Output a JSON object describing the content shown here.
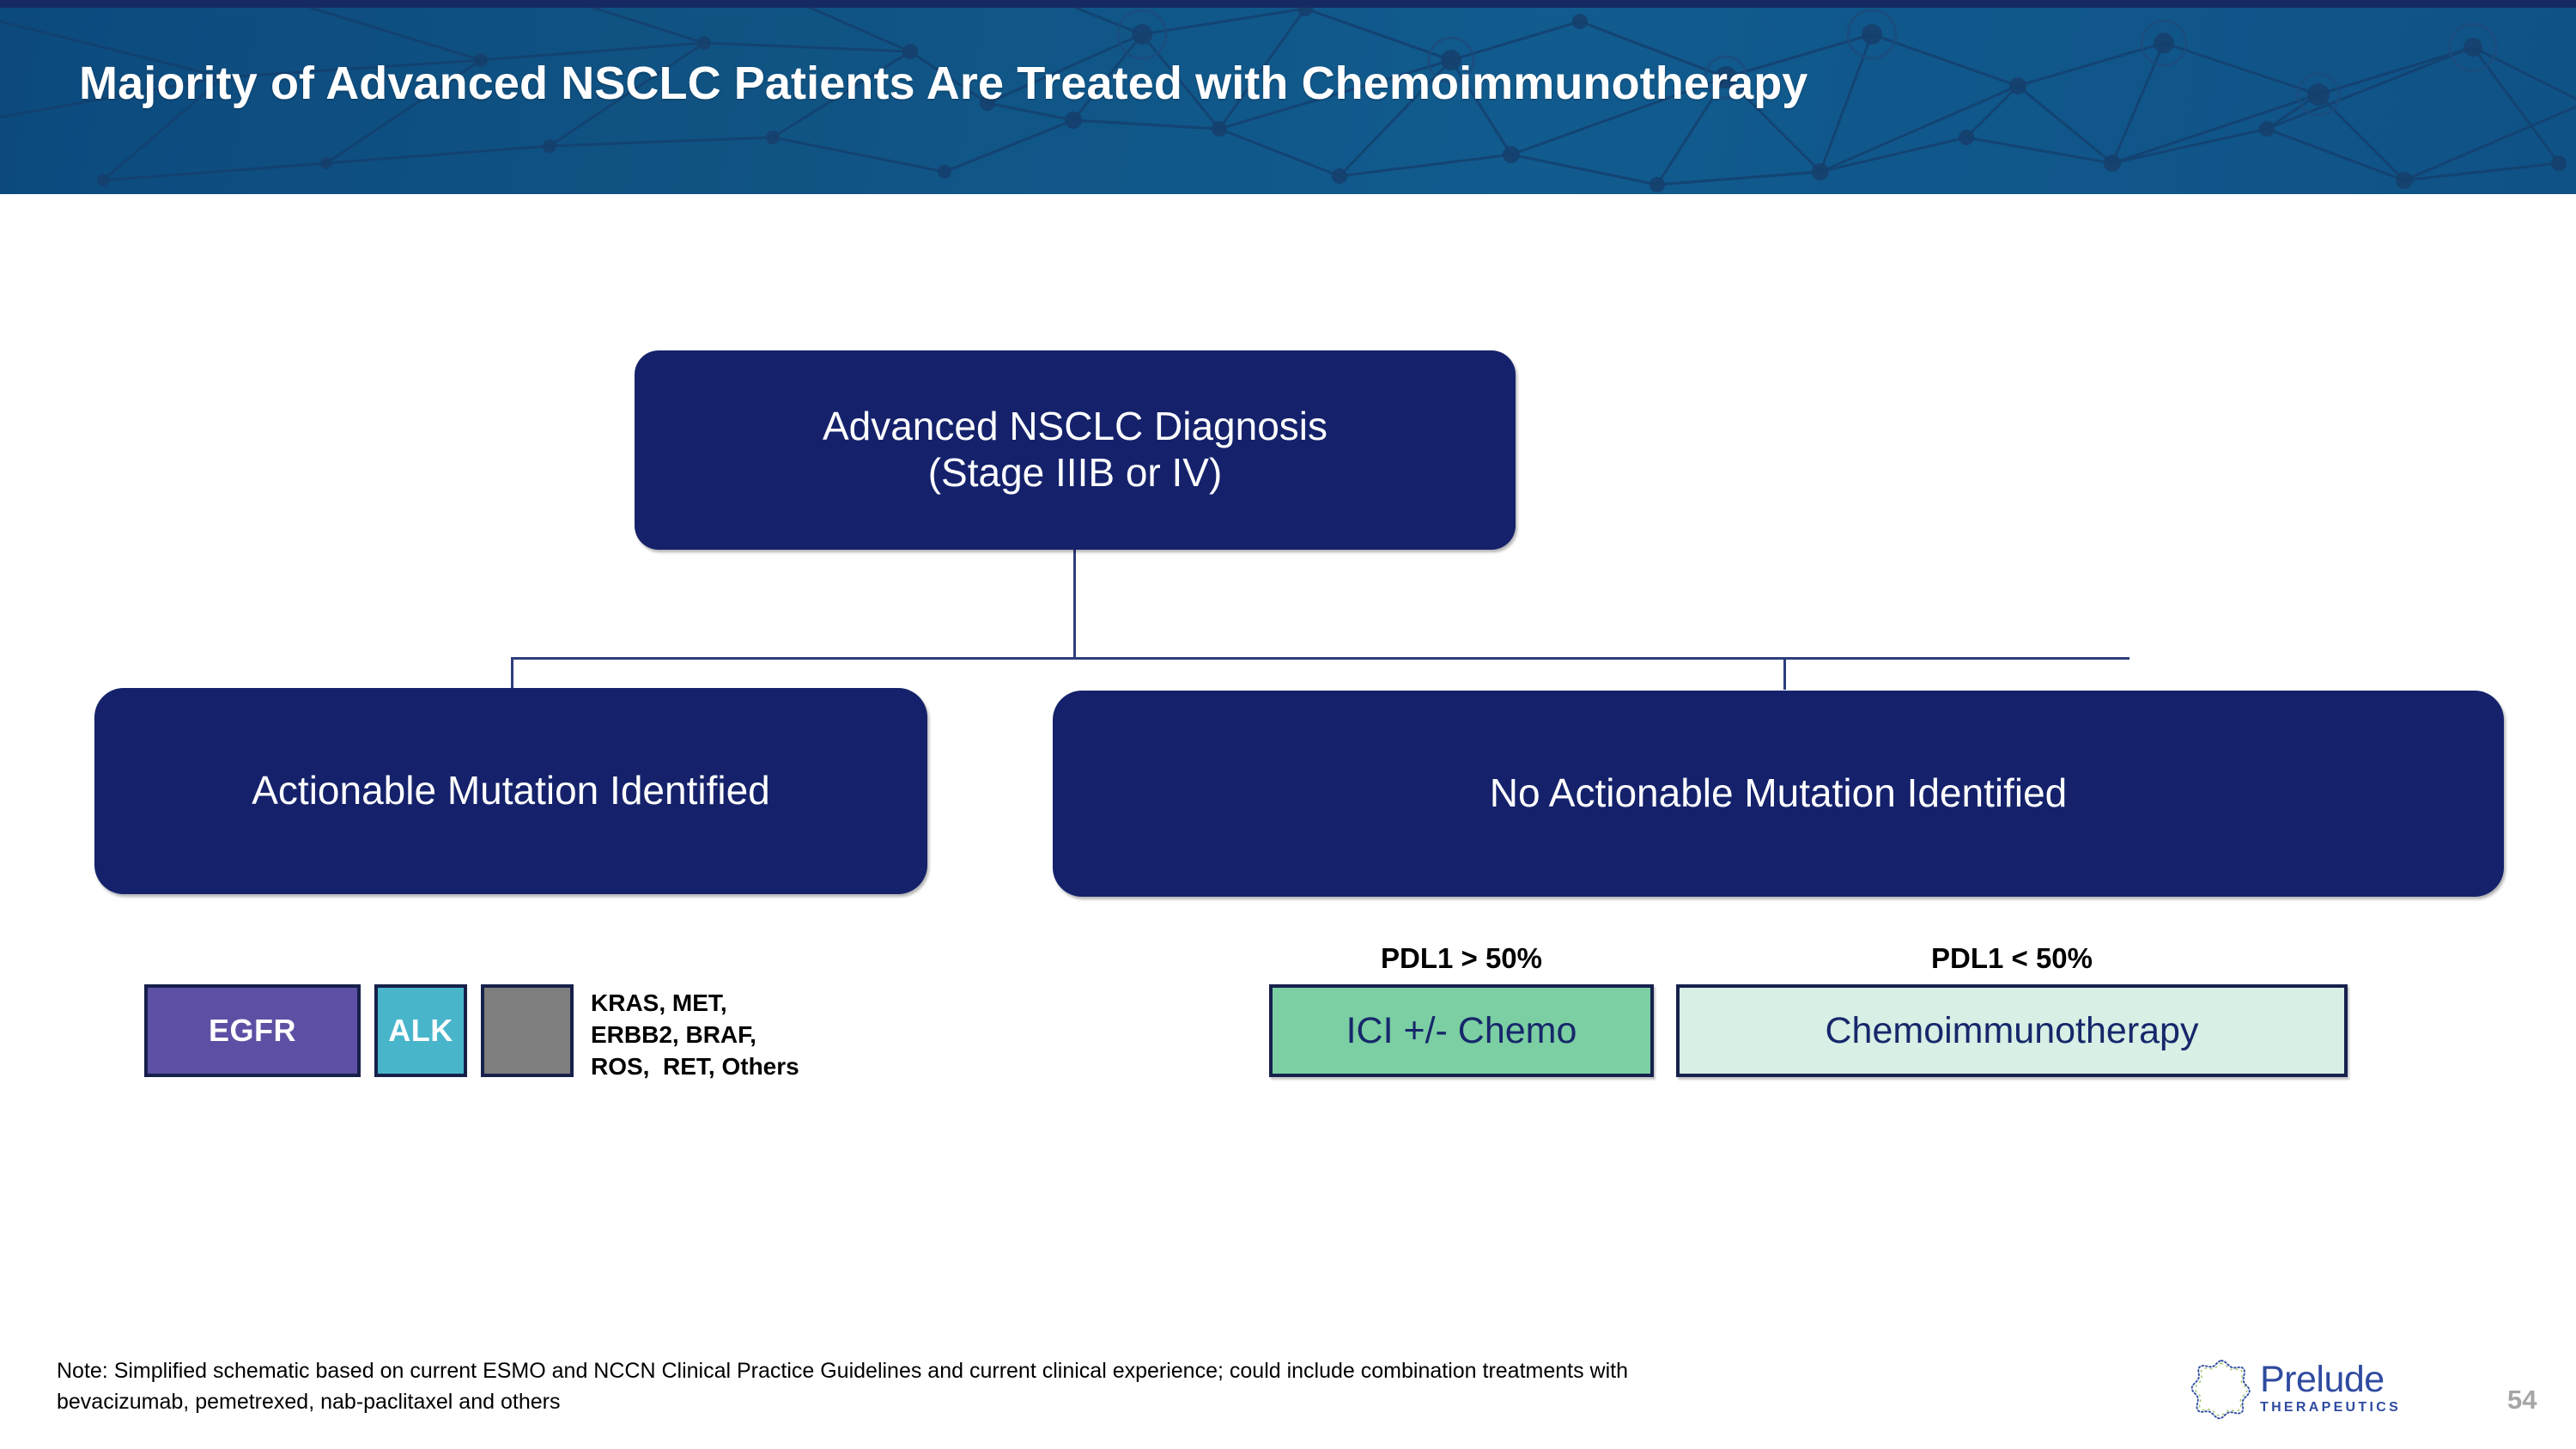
{
  "header": {
    "title": "Majority of Advanced NSCLC Patients Are Treated with Chemoimmunotherapy",
    "band_color": "#0f5386",
    "top_strip_color": "#152a63",
    "title_color": "#ffffff"
  },
  "flow": {
    "root": {
      "line1": "Advanced NSCLC Diagnosis",
      "line2": "(Stage IIIB or IV)",
      "fill": "#15226b",
      "text_color": "#ffffff"
    },
    "branches": [
      {
        "label": "Actionable Mutation Identified",
        "fill": "#15226b",
        "text_color": "#ffffff"
      },
      {
        "label": "No Actionable Mutation Identified",
        "fill": "#15226b",
        "text_color": "#ffffff"
      }
    ],
    "connector_color": "#2c3e7d"
  },
  "mutations": {
    "chips": [
      {
        "label": "EGFR",
        "fill": "#5d50a4",
        "text_color": "#ffffff"
      },
      {
        "label": "ALK",
        "fill": "#49b5cb",
        "text_color": "#ffffff"
      },
      {
        "label": "",
        "fill": "#7e7e7e",
        "text_color": "#ffffff"
      }
    ],
    "note_lines": [
      "KRAS, MET,",
      "ERBB2, BRAF,",
      "ROS,  RET, Others"
    ],
    "note_text": "KRAS, MET,\nERBB2, BRAF,\nROS,  RET, Others"
  },
  "treatments": [
    {
      "condition_label": "PDL1 > 50%",
      "treatment_label": "ICI +/- Chemo",
      "fill": "#7bcfa2",
      "border": "#17214d",
      "text_color": "#16276b"
    },
    {
      "condition_label": "PDL1 < 50%",
      "treatment_label": "Chemoimmunotherapy",
      "fill": "#d7efe4",
      "border": "#17214d",
      "text_color": "#16276b"
    }
  ],
  "footer": {
    "note_line1": "Note:  Simplified schematic based on current ESMO and NCCN Clinical Practice Guidelines and current clinical experience; could include combination treatments with",
    "note_line2": "bevacizumab, pemetrexed, nab-paclitaxel and others",
    "logo_word": "Prelude",
    "logo_sub": "THERAPEUTICS",
    "logo_color": "#2f4ba0",
    "page_number": "54",
    "page_number_color": "#a6a6a6"
  }
}
